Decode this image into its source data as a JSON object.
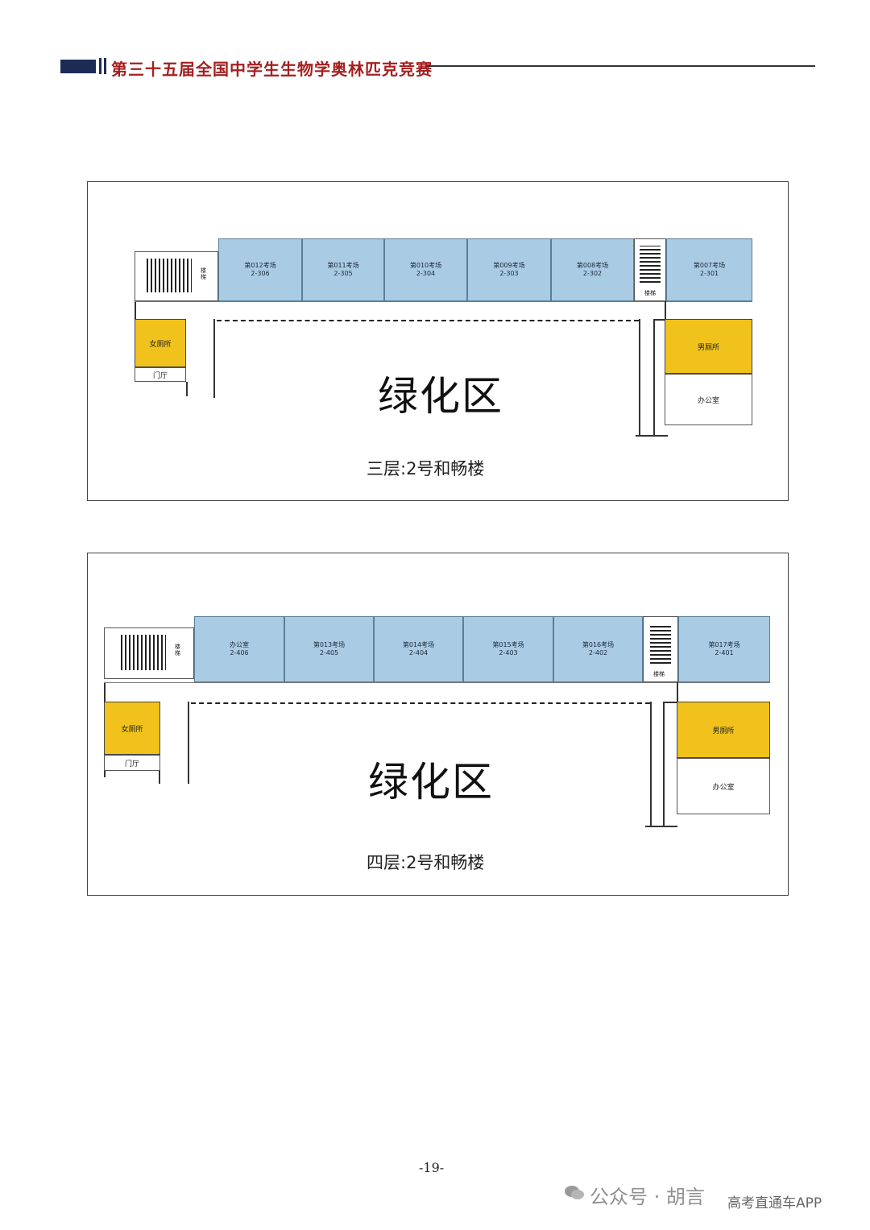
{
  "header": {
    "title": "第三十五届全国中学生生物学奥林匹克竞赛"
  },
  "floor3": {
    "rooms": [
      {
        "name": "第012考场",
        "code": "2-306"
      },
      {
        "name": "第011考场",
        "code": "2-305"
      },
      {
        "name": "第010考场",
        "code": "2-304"
      },
      {
        "name": "第009考场",
        "code": "2-303"
      },
      {
        "name": "第008考场",
        "code": "2-302"
      },
      {
        "name": "第007考场",
        "code": "2-301"
      }
    ],
    "stair_left": "楼梯",
    "stair_right": "楼梯",
    "female_wc": "女厕所",
    "male_wc": "男厕所",
    "hall": "门厅",
    "office": "办公室",
    "green": "绿化区",
    "caption": "三层:2号和畅楼"
  },
  "floor4": {
    "rooms": [
      {
        "name": "办公室",
        "code": "2-406"
      },
      {
        "name": "第013考场",
        "code": "2-405"
      },
      {
        "name": "第014考场",
        "code": "2-404"
      },
      {
        "name": "第015考场",
        "code": "2-403"
      },
      {
        "name": "第016考场",
        "code": "2-402"
      },
      {
        "name": "第017考场",
        "code": "2-401"
      }
    ],
    "stair_left": "楼梯",
    "stair_right": "楼梯",
    "female_wc": "女厕所",
    "male_wc": "男厕所",
    "hall": "门厅",
    "office": "办公室",
    "green": "绿化区",
    "caption": "四层:2号和畅楼"
  },
  "footer": {
    "page_number": "-19-",
    "watermark_1": "公众号 · 胡言",
    "watermark_2": "高考直通车APP"
  }
}
